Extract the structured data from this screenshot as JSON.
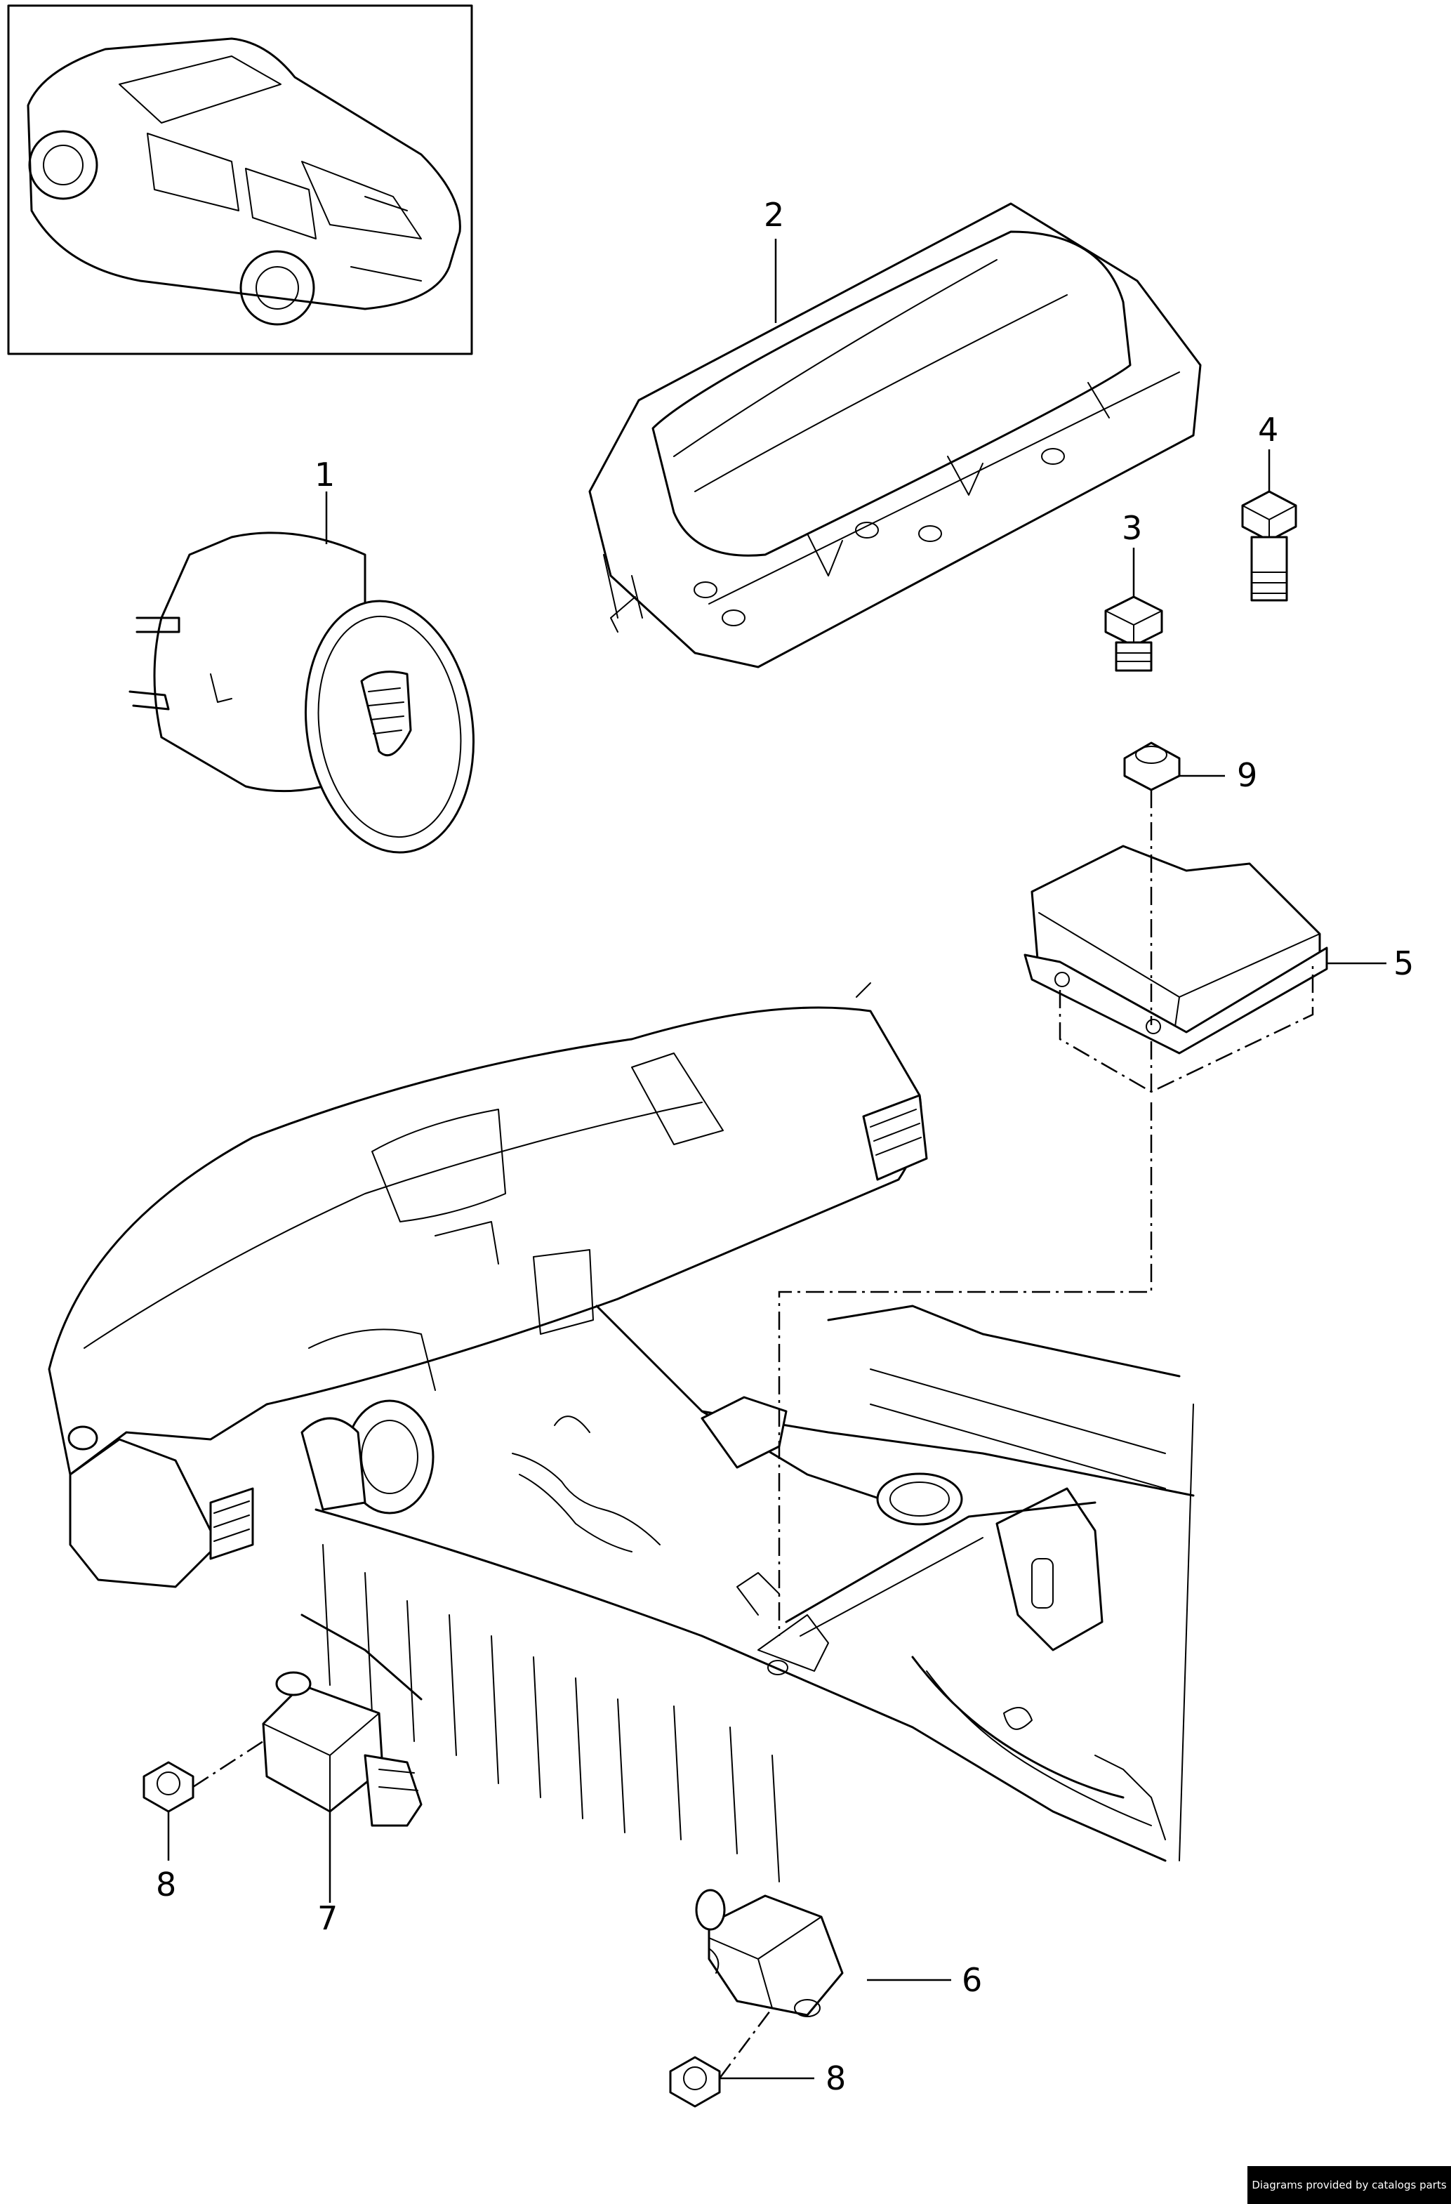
{
  "callouts": {
    "p1": "1",
    "p2": "2",
    "p3": "3",
    "p4": "4",
    "p5": "5",
    "p6": "6",
    "p7": "7",
    "p8a": "8",
    "p8b": "8",
    "p9": "9"
  },
  "footer": {
    "credit": "Diagrams provided by catalogs parts"
  }
}
